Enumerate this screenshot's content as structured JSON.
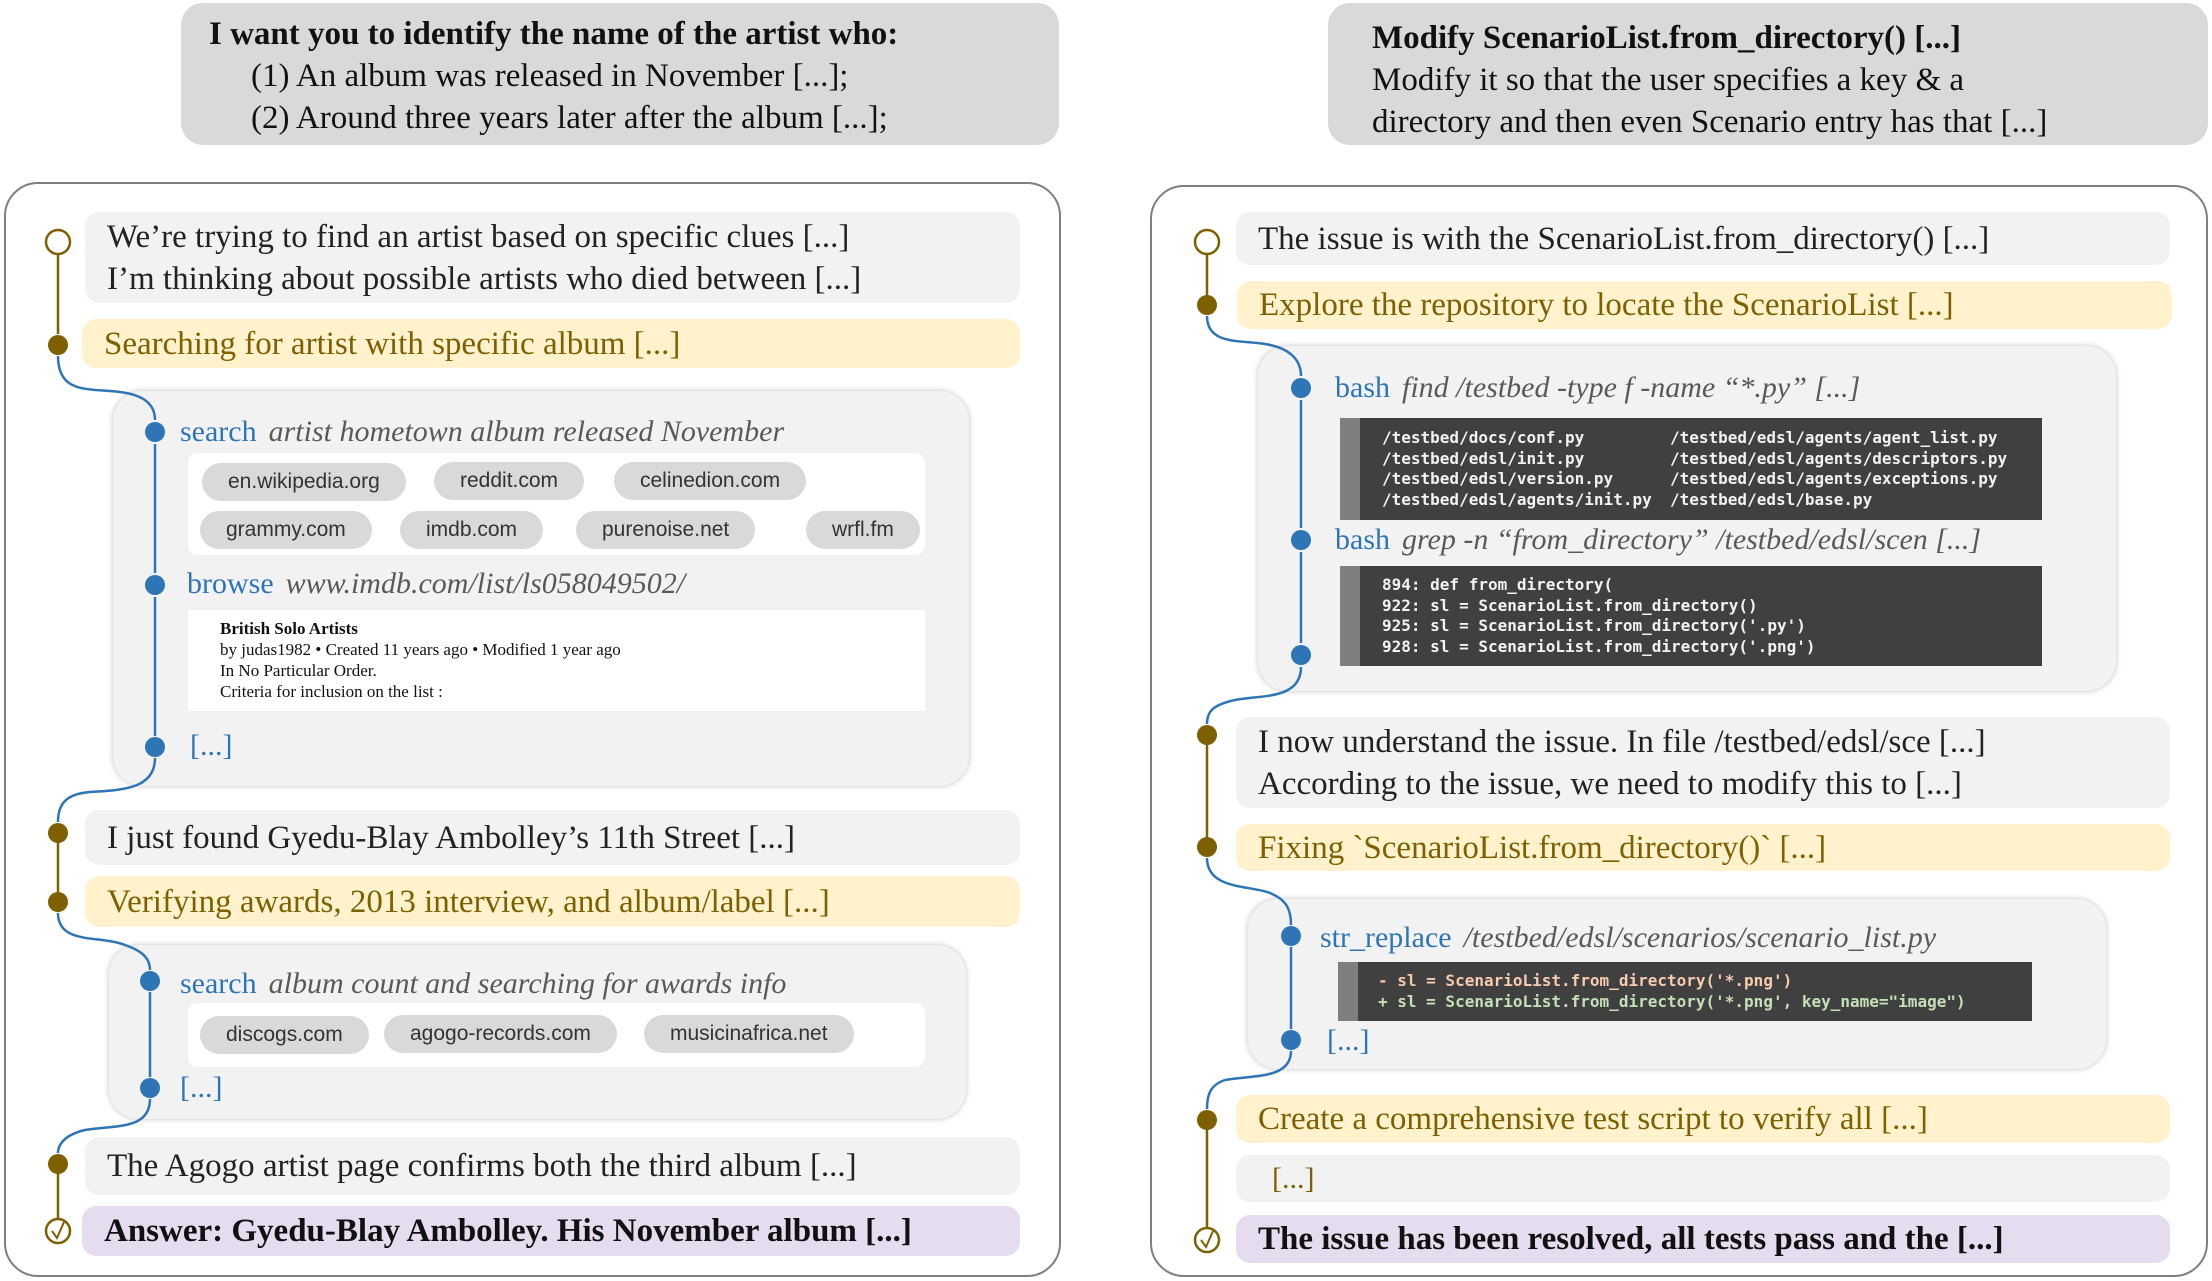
{
  "left_task": {
    "title_line": "I want you to identify the name of the artist who:",
    "lines": [
      "(1) An album was released in November [...];",
      "(2) Around three years later after the album [...];"
    ]
  },
  "right_task": {
    "title_line": "Modify ScenarioList.from_directory() [...]",
    "lines": [
      "Modify it so that the user specifies a key & a",
      "directory and then even Scenario entry has that [...]"
    ]
  },
  "left_trace": {
    "thought1": [
      "We’re trying to find an artist based on specific clues [...]",
      "I’m thinking about possible artists who died between [...]"
    ],
    "plan1": "Searching for artist with specific album [...]",
    "tools1": {
      "search": {
        "name": "search",
        "query": "artist hometown album released November",
        "chips": [
          "en.wikipedia.org",
          "reddit.com",
          "celinedion.com",
          "grammy.com",
          "imdb.com",
          "purenoise.net",
          "wrfl.fm"
        ]
      },
      "browse": {
        "name": "browse",
        "url": "www.imdb.com/list/ls058049502/",
        "page": {
          "title": "British Solo Artists",
          "meta": "by judas1982 • Created 11 years ago • Modified 1 year ago",
          "lines": [
            "In No Particular Order.",
            "Criteria for inclusion on the list :"
          ]
        }
      },
      "more": "[...]"
    },
    "thought2": "I just found Gyedu-Blay Ambolley’s 11th Street [...]",
    "plan2": "Verifying awards, 2013 interview, and album/label [...]",
    "tools2": {
      "search": {
        "name": "search",
        "query": "album count and searching for awards info",
        "chips": [
          "discogs.com",
          "agogo-records.com",
          "musicinafrica.net"
        ]
      },
      "more": "[...]"
    },
    "thought3": "The Agogo artist page confirms both the third album [...]",
    "answer": "Answer: Gyedu-Blay Ambolley. His November album [...]"
  },
  "right_trace": {
    "thought1": "The issue is with the ScenarioList.from_directory() [...]",
    "plan1": "Explore the repository to locate the ScenarioList [...]",
    "tools1": {
      "bash1": {
        "name": "bash",
        "command": "find /testbed -type f -name “*.py” [...]",
        "output_col1": [
          "/testbed/docs/conf.py",
          "/testbed/edsl/init.py",
          "/testbed/edsl/version.py",
          "/testbed/edsl/agents/init.py"
        ],
        "output_col2": [
          "/testbed/edsl/agents/agent_list.py",
          "/testbed/edsl/agents/descriptors.py",
          "/testbed/edsl/agents/exceptions.py",
          "/testbed/edsl/base.py"
        ]
      },
      "bash2": {
        "name": "bash",
        "command": "grep -n “from_directory” /testbed/edsl/scen [...]",
        "output": [
          "894: def from_directory(",
          "922: sl = ScenarioList.from_directory()",
          "925: sl = ScenarioList.from_directory('.py')",
          "928: sl = ScenarioList.from_directory('.png')"
        ]
      }
    },
    "thought2": [
      "I now understand the issue. In file /testbed/edsl/sce [...]",
      "According to the issue, we need to modify this to [...]"
    ],
    "plan2": "Fixing `ScenarioList.from_directory()` [...]",
    "tools2": {
      "str_replace": {
        "name": "str_replace",
        "path": "/testbed/edsl/scenarios/scenario_list.py",
        "removed": "- sl = ScenarioList.from_directory('*.png')",
        "added": "+ sl = ScenarioList.from_directory('*.png', key_name=\"image\")"
      },
      "more": "[...]"
    },
    "plan3": "Create a comprehensive test script to verify all [...]",
    "thought3": "[...]",
    "answer": "The issue has been resolved, all tests pass and the [...]"
  },
  "colors": {
    "gold": "#7f6000",
    "blue": "#2e75b6",
    "thought_bg": "#f2f2f2",
    "plan_bg": "#fff2cc",
    "answer_bg": "#e6dcef",
    "code_bg": "#404040"
  }
}
